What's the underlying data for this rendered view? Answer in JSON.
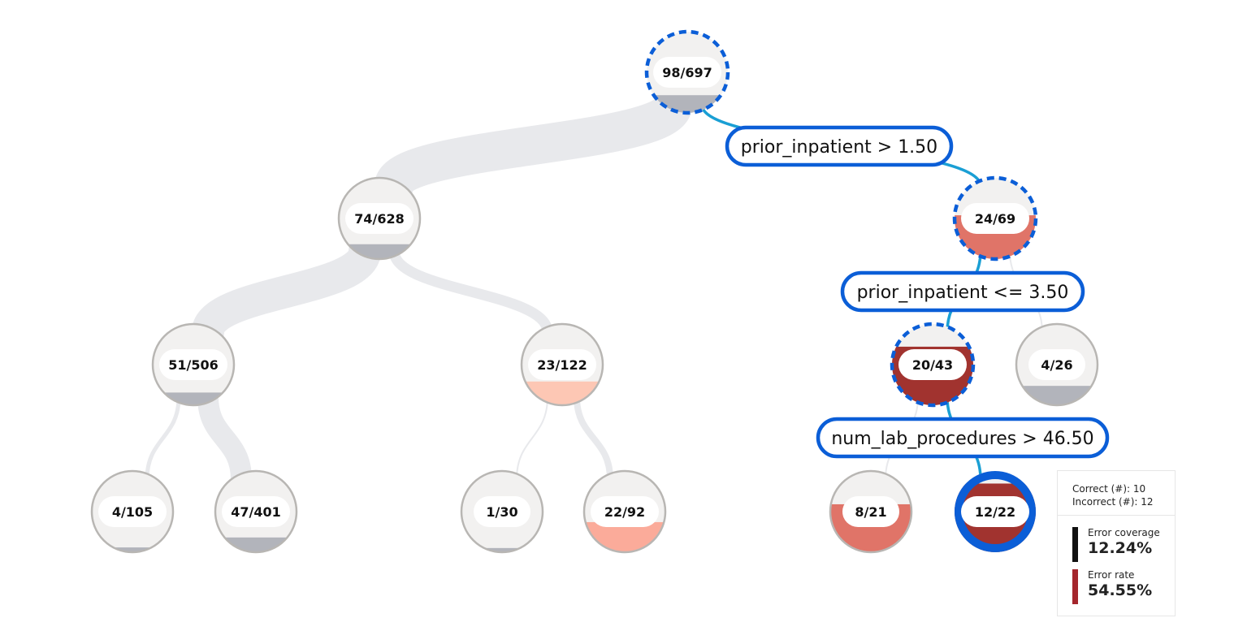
{
  "tree": {
    "nodes": [
      {
        "id": "root",
        "label": "98/697",
        "error_rate": 0.1406,
        "selected_path": true
      },
      {
        "id": "L",
        "label": "74/628",
        "error_rate": 0.1178,
        "selected_path": false
      },
      {
        "id": "R",
        "label": "24/69",
        "error_rate": 0.3478,
        "selected_path": true
      },
      {
        "id": "LL",
        "label": "51/506",
        "error_rate": 0.1008,
        "selected_path": false
      },
      {
        "id": "LR",
        "label": "23/122",
        "error_rate": 0.1885,
        "selected_path": false
      },
      {
        "id": "RL",
        "label": "20/43",
        "error_rate": 0.4651,
        "selected_path": true
      },
      {
        "id": "RR",
        "label": "4/26",
        "error_rate": 0.1538,
        "selected_path": false
      },
      {
        "id": "LLL",
        "label": "4/105",
        "error_rate": 0.0381,
        "selected_path": false
      },
      {
        "id": "LLR",
        "label": "47/401",
        "error_rate": 0.1172,
        "selected_path": false
      },
      {
        "id": "LRL",
        "label": "1/30",
        "error_rate": 0.0333,
        "selected_path": false
      },
      {
        "id": "LRR",
        "label": "22/92",
        "error_rate": 0.2391,
        "selected_path": false
      },
      {
        "id": "RLL",
        "label": "8/21",
        "error_rate": 0.381,
        "selected_path": false
      },
      {
        "id": "RLR",
        "label": "12/22",
        "error_rate": 0.5455,
        "selected_path": true,
        "selected": true
      }
    ],
    "conditions": [
      {
        "id": "c1",
        "text": "prior_inpatient > 1.50"
      },
      {
        "id": "c2",
        "text": "prior_inpatient <= 3.50"
      },
      {
        "id": "c3",
        "text": "num_lab_procedures > 46.50"
      }
    ]
  },
  "info_panel": {
    "correct": "Correct (#): 10",
    "incorrect": "Incorrect (#): 12",
    "coverage_label": "Error coverage",
    "coverage_value": "12.24%",
    "rate_label": "Error rate",
    "rate_value": "54.55%"
  },
  "colors": {
    "path_highlight": "#0b5ed7",
    "edge_selected": "#1a9fd4",
    "edge_default": "#e8e9ec",
    "node_fill": "#f2f1f0",
    "node_stroke": "#b8b6b3",
    "coverage_bar": "#111111",
    "rate_bar": "#a4262c"
  }
}
